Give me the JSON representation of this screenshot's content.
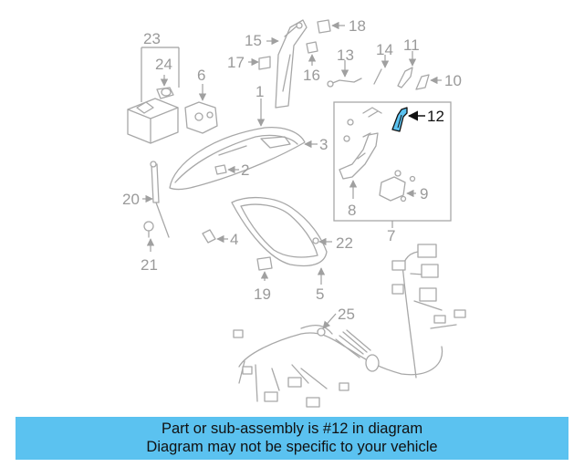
{
  "callouts": {
    "c1": "1",
    "c2": "2",
    "c3": "3",
    "c4": "4",
    "c5": "5",
    "c6": "6",
    "c7": "7",
    "c8": "8",
    "c9": "9",
    "c10": "10",
    "c11": "11",
    "c12": "12",
    "c13": "13",
    "c14": "14",
    "c15": "15",
    "c16": "16",
    "c17": "17",
    "c18": "18",
    "c19": "19",
    "c20": "20",
    "c21": "21",
    "c22": "22",
    "c23": "23",
    "c24": "24",
    "c25": "25"
  },
  "highlight_color": "#5bc2f0",
  "banner": {
    "line1": "Part or sub-assembly is #12 in diagram",
    "line2": "Diagram may not be specific to your vehicle"
  }
}
